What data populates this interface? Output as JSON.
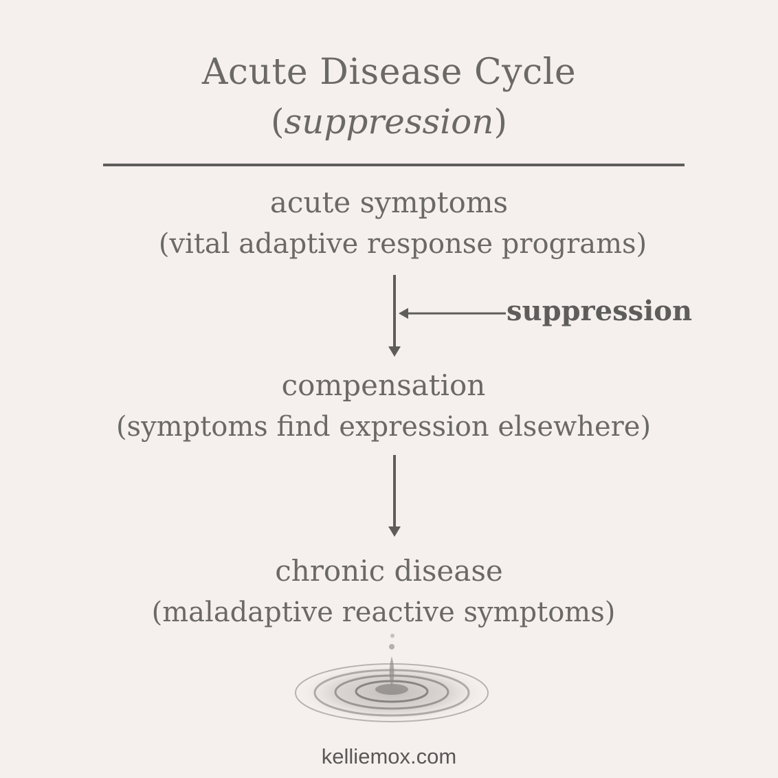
{
  "title": {
    "main": "Acute Disease Cycle",
    "sub_open": "(",
    "sub_italic": "suppression",
    "sub_close": ")"
  },
  "stages": [
    {
      "heading": "acute symptoms",
      "detail": "(vital adaptive response programs)"
    },
    {
      "heading": "compensation",
      "detail": "(symptoms find expression elsewhere)"
    },
    {
      "heading": "chronic disease",
      "detail": "(maladaptive reactive symptoms)"
    }
  ],
  "side_label": "suppression",
  "footer": {
    "url": "kelliemox.com"
  },
  "colors": {
    "background": "#f5f0ee",
    "text": "#6b6967",
    "lines": "#5f5d5c"
  }
}
